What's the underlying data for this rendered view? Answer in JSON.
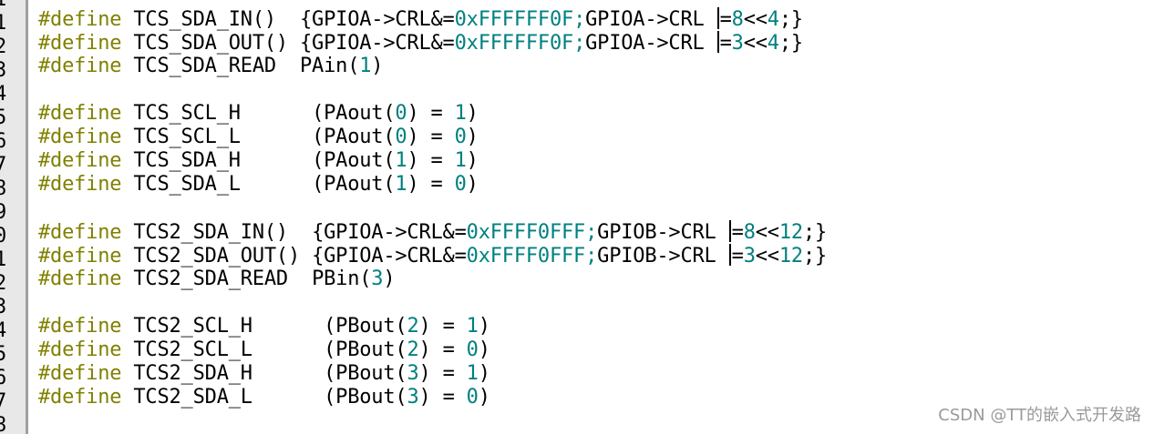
{
  "editor": {
    "line_numbers": [
      "1",
      "2",
      "3",
      "4",
      "5",
      "6",
      "7",
      "8",
      "9",
      "0",
      "1",
      "2",
      "3",
      "4",
      "5",
      "6",
      "7",
      "8"
    ],
    "colors": {
      "keyword": "#808000",
      "number": "#008080",
      "text": "#000000",
      "gutter": "#e8e8e8"
    },
    "lines": [
      {
        "kw": "#define",
        "name": "TCS_SDA_IN()",
        "a": "{GPIOA->CRL&=",
        "hex": "0xFFFFFF0F",
        "semi": ";",
        "b": "GPIOA->CRL",
        "c": "=",
        "n1": "8",
        "op": "<<",
        "n2": "4",
        "d": ";}"
      },
      {
        "kw": "#define",
        "name": "TCS_SDA_OUT()",
        "a": "{GPIOA->CRL&=",
        "hex": "0xFFFFFF0F",
        "semi": ";",
        "b": "GPIOA->CRL",
        "c": "=",
        "n1": "3",
        "op": "<<",
        "n2": "4",
        "d": ";}"
      },
      {
        "kw": "#define",
        "name": "TCS_SDA_READ",
        "pre": "PAin(",
        "num": "1",
        "post": ")"
      },
      {
        "kw": "#define",
        "name": "TCS_SCL_H",
        "pre": "(PAout(",
        "num": "0",
        "mid": ") = ",
        "num2": "1",
        "post": ")"
      },
      {
        "kw": "#define",
        "name": "TCS_SCL_L",
        "pre": "(PAout(",
        "num": "0",
        "mid": ") = ",
        "num2": "0",
        "post": ")"
      },
      {
        "kw": "#define",
        "name": "TCS_SDA_H",
        "pre": "(PAout(",
        "num": "1",
        "mid": ") = ",
        "num2": "1",
        "post": ")"
      },
      {
        "kw": "#define",
        "name": "TCS_SDA_L",
        "pre": "(PAout(",
        "num": "1",
        "mid": ") = ",
        "num2": "0",
        "post": ")"
      },
      {
        "kw": "#define",
        "name": "TCS2_SDA_IN()",
        "a": "{GPIOA->CRL&=",
        "hex": "0xFFFF0FFF",
        "semi": ";",
        "b": "GPIOB->CRL",
        "c": "=",
        "n1": "8",
        "op": "<<",
        "n2": "12",
        "d": ";}"
      },
      {
        "kw": "#define",
        "name": "TCS2_SDA_OUT()",
        "a": "{GPIOA->CRL&=",
        "hex": "0xFFFF0FFF",
        "semi": ";",
        "b": "GPIOB->CRL",
        "c": "=",
        "n1": "3",
        "op": "<<",
        "n2": "12",
        "d": ";}"
      },
      {
        "kw": "#define",
        "name": "TCS2_SDA_READ",
        "pre": "PBin(",
        "num": "3",
        "post": ")"
      },
      {
        "kw": "#define",
        "name": "TCS2_SCL_H",
        "pre": "(PBout(",
        "num": "2",
        "mid": ") = ",
        "num2": "1",
        "post": ")"
      },
      {
        "kw": "#define",
        "name": "TCS2_SCL_L",
        "pre": "(PBout(",
        "num": "2",
        "mid": ") = ",
        "num2": "0",
        "post": ")"
      },
      {
        "kw": "#define",
        "name": "TCS2_SDA_H",
        "pre": "(PBout(",
        "num": "3",
        "mid": ") = ",
        "num2": "1",
        "post": ")"
      },
      {
        "kw": "#define",
        "name": "TCS2_SDA_L",
        "pre": "(PBout(",
        "num": "3",
        "mid": ") = ",
        "num2": "0",
        "post": ")"
      }
    ]
  },
  "watermark": "CSDN @TT的嵌入式开发路"
}
